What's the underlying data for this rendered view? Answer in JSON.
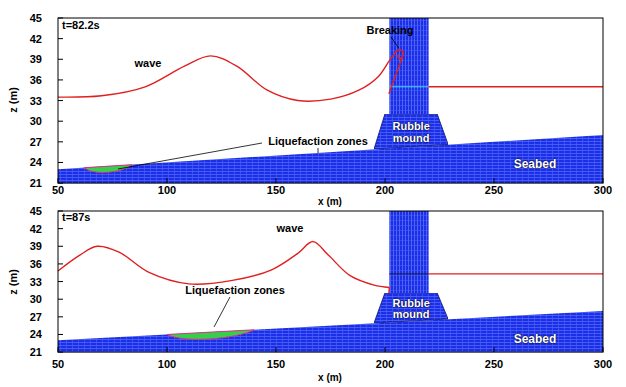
{
  "diagram": {
    "nodes": [
      {
        "text": [
          "Rubble mound"
        ]
      },
      {
        "text": [
          "Rubble mound"
        ]
      }
    ],
    "labels": [
      "t=82.2s",
      "wave",
      "Breaking",
      "Liquefaction zones",
      "Seabed",
      "z (m)",
      "45",
      "42",
      "39",
      "36",
      "33",
      "30",
      "27",
      "24",
      "21",
      "50",
      "100",
      "150",
      "200",
      "250",
      "300",
      "x (m)",
      "t=87s",
      "wave",
      "Liquefaction zones",
      "Seabed",
      "z (m)",
      "45",
      "42",
      "39",
      "36",
      "33",
      "30",
      "27",
      "24",
      "21",
      "50",
      "100",
      "150",
      "200",
      "250",
      "300",
      "x (m)"
    ]
  }
}
